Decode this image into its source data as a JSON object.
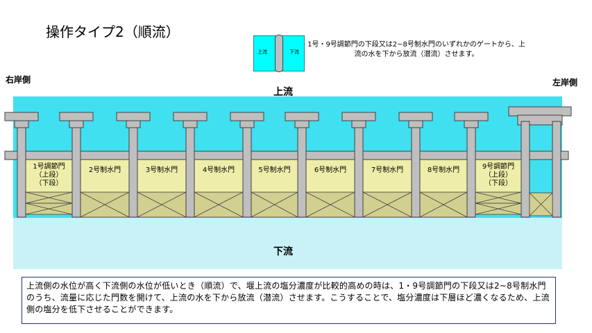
{
  "title": "操作タイプ2（順流）",
  "legend": {
    "upstream_label": "上流",
    "downstream_label": "下流",
    "note": "1号・9号調節門の下段又は2~8号制水門のいずれかのゲートから、上流の水を下から放流（潜流）させます。"
  },
  "sides": {
    "right_bank": "右岸側",
    "left_bank": "左岸側"
  },
  "flow": {
    "upstream": "上流",
    "downstream": "下流"
  },
  "gates": [
    {
      "lines": [
        "1号調節門",
        "（上段）",
        "（下段）"
      ],
      "lower": "double"
    },
    {
      "lines": [
        "2号制水門"
      ],
      "lower": "single"
    },
    {
      "lines": [
        "3号制水門"
      ],
      "lower": "single"
    },
    {
      "lines": [
        "4号制水門"
      ],
      "lower": "single"
    },
    {
      "lines": [
        "5号制水門"
      ],
      "lower": "single"
    },
    {
      "lines": [
        "6号制水門"
      ],
      "lower": "single"
    },
    {
      "lines": [
        "7号制水門"
      ],
      "lower": "single"
    },
    {
      "lines": [
        "8号制水門"
      ],
      "lower": "single"
    },
    {
      "lines": [
        "9号調節門",
        "（上段）",
        "（下段）"
      ],
      "lower": "double"
    }
  ],
  "description": "上流側の水位が高く下流側の水位が低いとき（順流）で、堰上流の塩分濃度が比較的高めの時は、1・9号調節門の下段又は2~8号制水門のうち、流量に応じた門数を開けて、上流の水を下から放流（潜流）させます。こうすることで、塩分濃度は下層ほど濃くなるため、上流側の塩分を低下させることができます。",
  "colors": {
    "upstream_water": "#40e0f0",
    "downstream_water": "#c8f2f8",
    "gate_panel": "#eeeeaa",
    "lower_gate": "#d2d090",
    "pier": "#bfbfbf",
    "outline": "#404040"
  }
}
